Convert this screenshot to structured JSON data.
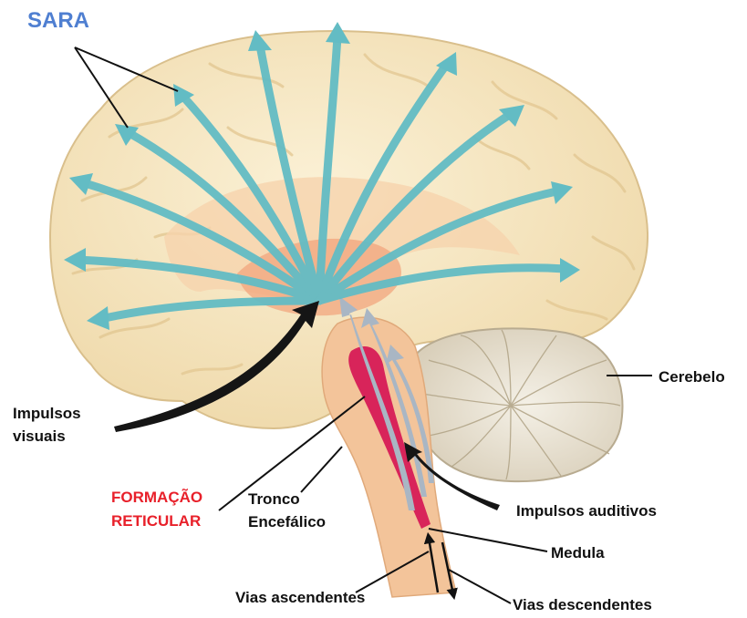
{
  "labels": {
    "sara": "SARA",
    "cerebelo": "Cerebelo",
    "impulsos_visuais_1": "Impulsos",
    "impulsos_visuais_2": "visuais",
    "formacao_1": "FORMAÇÃO",
    "formacao_2": "RETICULAR",
    "tronco_1": "Tronco",
    "tronco_2": "Encefálico",
    "impulsos_auditivos": "Impulsos auditivos",
    "medula": "Medula",
    "vias_ascendentes": "Vias ascendentes",
    "vias_descendentes": "Vias descendentes"
  },
  "colors": {
    "sara": "#4f7fd1",
    "formacao": "#e8202a",
    "label": "#111111",
    "cerebrum": "#f6e7c3",
    "cerebrum_fold": "#e6cf9f",
    "inner": "#f5c79c",
    "thalamus": "#f2a67e",
    "brainstem": "#f3c49a",
    "reticular": "#d8245a",
    "cerebellum": "#ece6d8",
    "arrow": "#63bcc4",
    "gray_arrow": "#a9b6c4",
    "black_arrow": "#151515"
  }
}
